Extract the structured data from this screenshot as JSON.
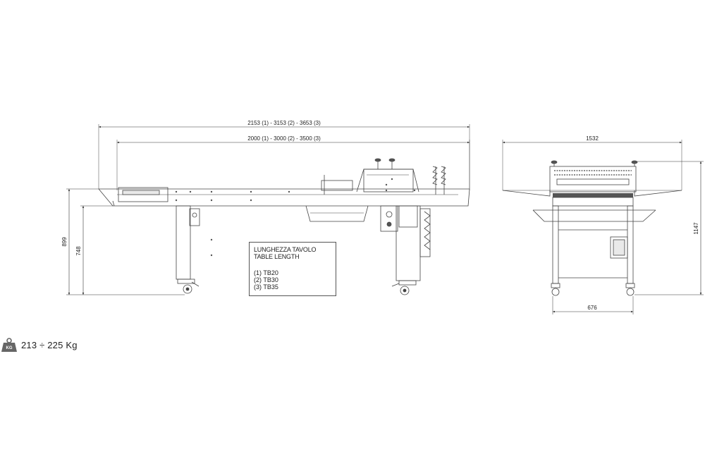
{
  "dimensions": {
    "overall_length": "2153 (1) - 3153 (2) - 3653 (3)",
    "table_length": "2000 (1) - 3000 (2) - 3500 (3)",
    "height_total": "899",
    "height_table": "748",
    "width_total": "1532",
    "height_side": "1147",
    "base_width": "676"
  },
  "legend": {
    "title_line1": "LUNGHEZZA TAVOLO",
    "title_line2": "TABLE LENGTH",
    "items": [
      "(1) TB20",
      "(2) TB30",
      "(3) TB35"
    ]
  },
  "weight": {
    "icon": "weight-kg-icon",
    "icon_label": "KG",
    "value": "213  ÷ 225 Kg"
  },
  "colors": {
    "line": "#444444",
    "fill_light": "#e9e9e9",
    "fill_dark": "#555555"
  }
}
